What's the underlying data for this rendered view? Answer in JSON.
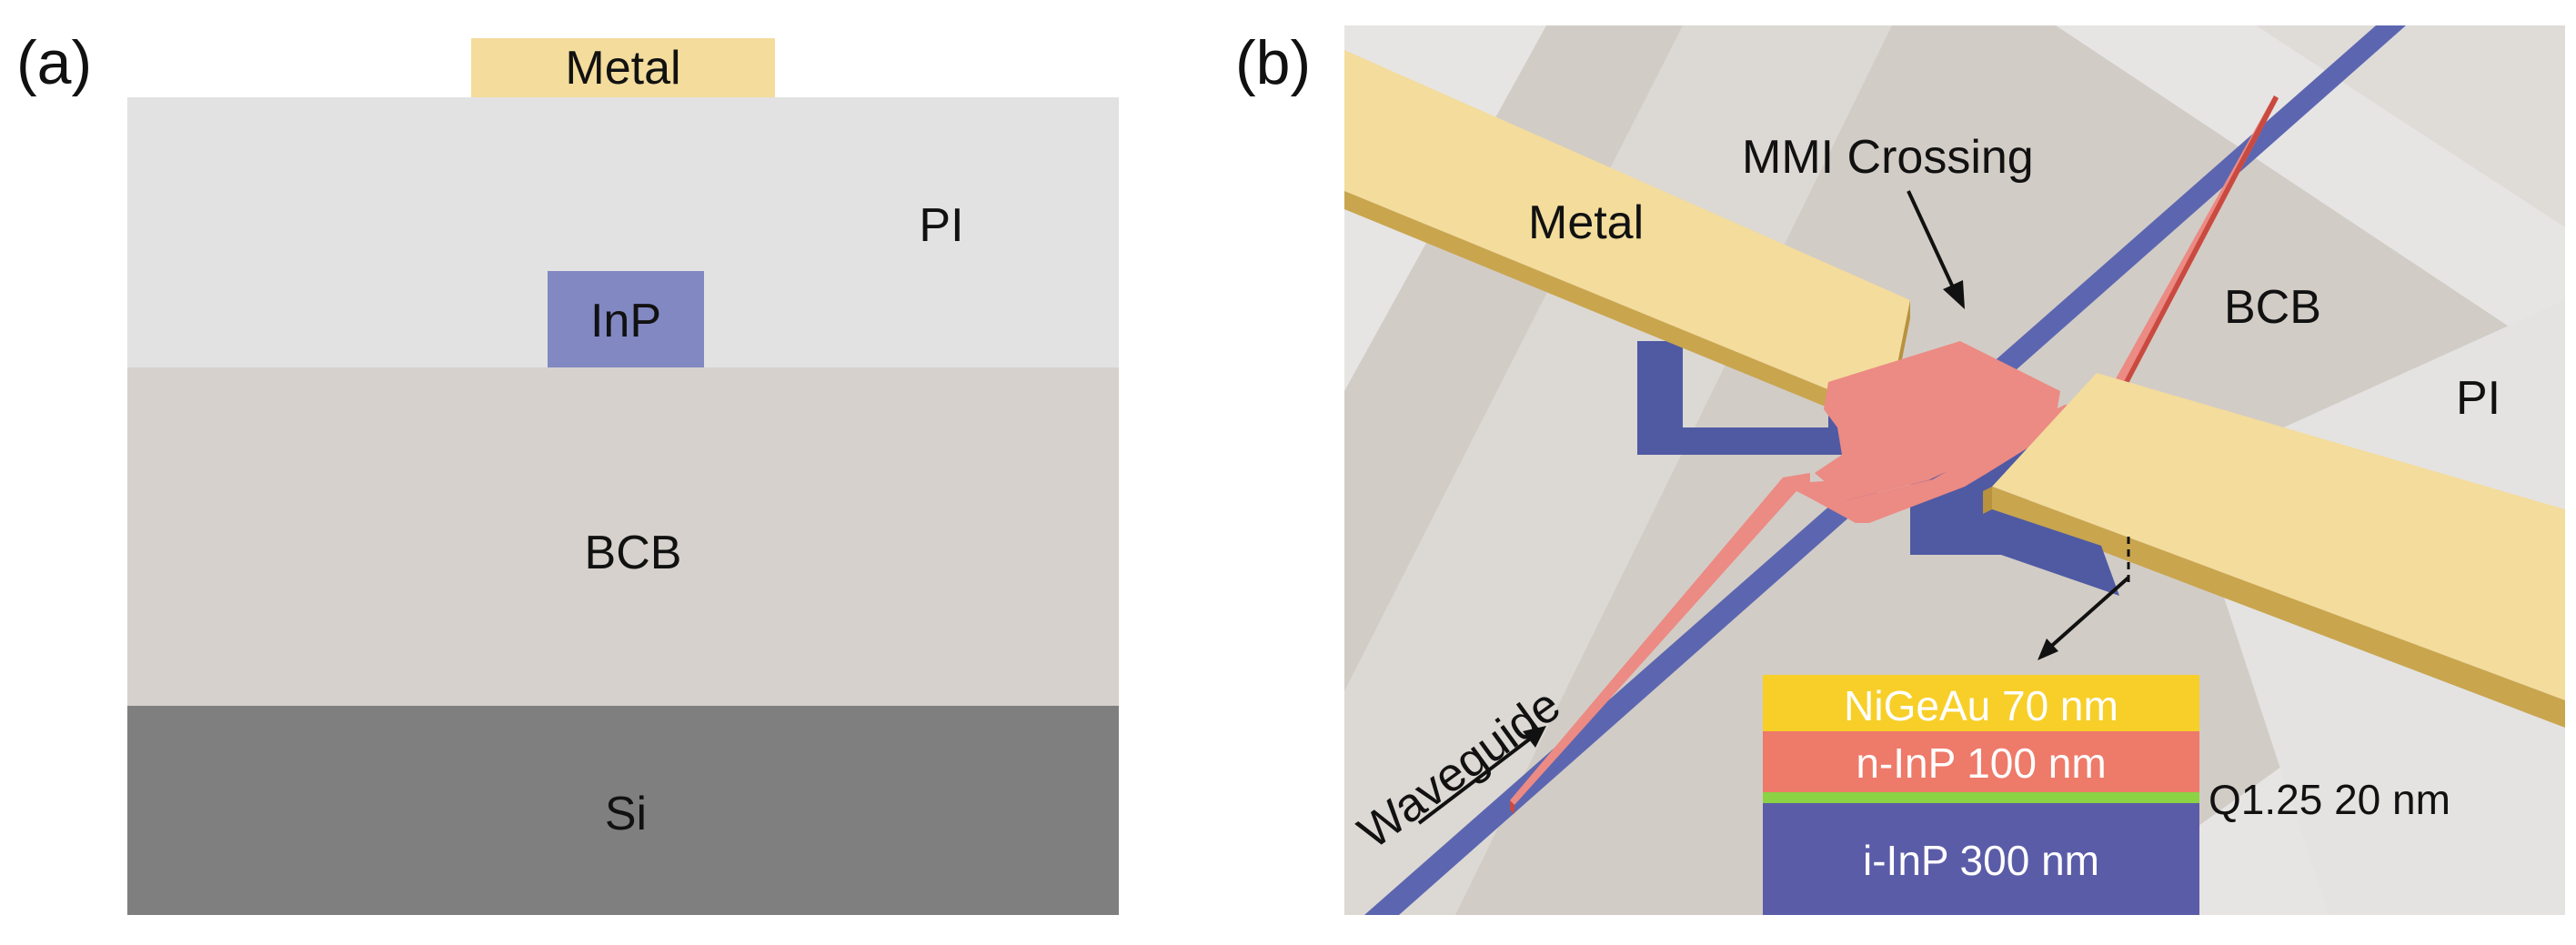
{
  "panel_a": {
    "label": "(a)",
    "layers": {
      "metal": "Metal",
      "pi": "PI",
      "inp": "InP",
      "bcb": "BCB",
      "si": "Si"
    },
    "colors": {
      "metal": "#f3dc9c",
      "pi": "#e2e2e2",
      "inp": "#8188c2",
      "bcb": "#d6d1cc",
      "si": "#7f7f7f"
    }
  },
  "panel_b": {
    "label": "(b)",
    "labels": {
      "mmi": "MMI Crossing",
      "metal": "Metal",
      "bcb": "BCB",
      "pi": "PI",
      "waveguide": "Waveguide"
    },
    "stack": [
      {
        "text": "NiGeAu 70 nm",
        "color": "#f7cf28"
      },
      {
        "text": "n-InP 100 nm",
        "color": "#ee7a6a"
      },
      {
        "text": "",
        "color": "#8bd245"
      },
      {
        "text": "i-InP 300 nm",
        "color": "#5b5ca8"
      }
    ],
    "side_label": "Q1.25 20 nm",
    "colors": {
      "metal_top": "#f3dc9c",
      "metal_side": "#c9a54e",
      "crossing": "#ec8a84",
      "crossing_edge": "#c94a40",
      "waveguide_base": "#5c66b0",
      "bcb": "#d2ccc6",
      "pi": "#e6e5e4"
    }
  }
}
